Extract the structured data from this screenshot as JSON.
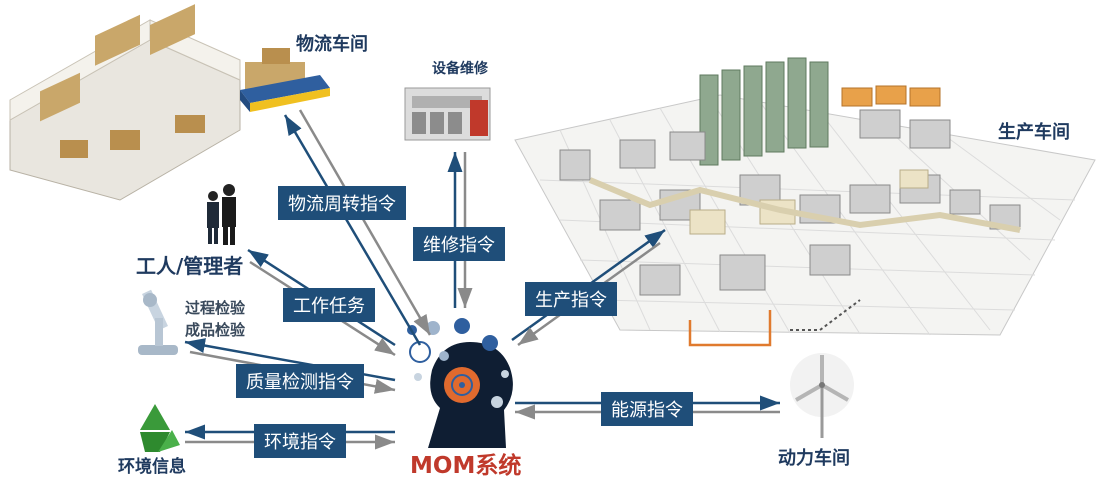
{
  "center": {
    "label": "MOM系统"
  },
  "nodes": {
    "logistics": "物流车间",
    "maintenance": "设备维修",
    "production": "生产车间",
    "workers": "工人/管理者",
    "inspection_process": "过程检验",
    "inspection_product": "成品检验",
    "environment": "环境信息",
    "power": "动力车间"
  },
  "commands": {
    "logistics": "物流周转指令",
    "maintenance": "维修指令",
    "production": "生产指令",
    "work": "工作任务",
    "quality": "质量检测指令",
    "environment": "环境指令",
    "energy": "能源指令"
  },
  "colors": {
    "primary": "#1f4e79",
    "arrow_gray": "#8a8a8a",
    "center_label": "#c0392b",
    "label_dark": "#1f3a5f",
    "recycle_green": "#3a9a3a",
    "wire_orange": "#e07a2e"
  }
}
